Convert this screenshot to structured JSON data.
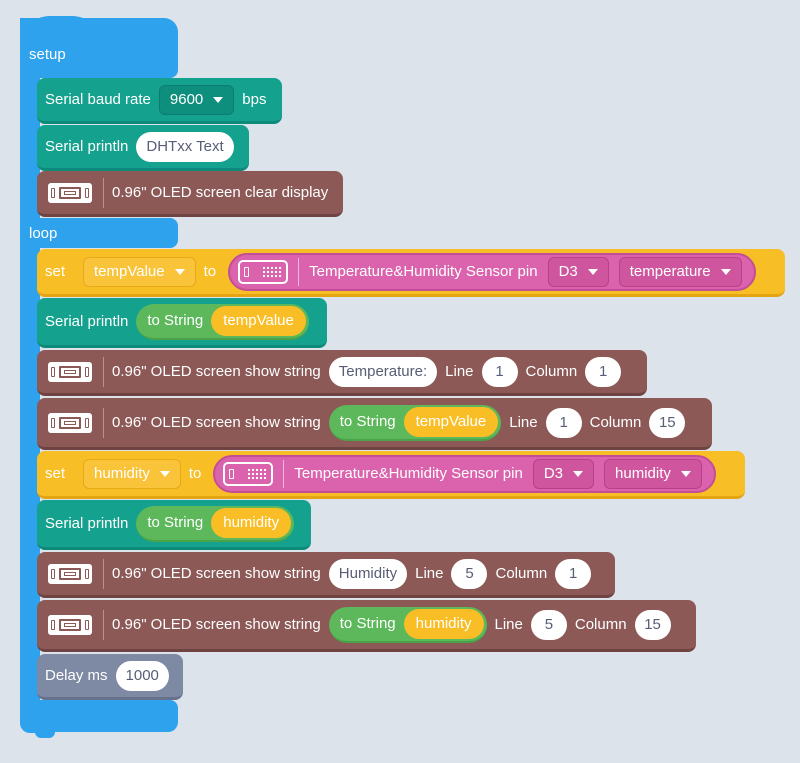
{
  "events": {
    "setup_label": "setup",
    "loop_label": "loop"
  },
  "setup_blocks": {
    "baud": {
      "label": "Serial baud rate",
      "value": "9600",
      "unit": "bps"
    },
    "println": {
      "label": "Serial println",
      "text": "DHTxx Text"
    },
    "oled_clear": {
      "label": "0.96\" OLED screen clear display",
      "icon": "oled-screen-icon"
    }
  },
  "loop_blocks": {
    "set_temp": {
      "set_label": "set",
      "var": "tempValue",
      "to_label": "to",
      "sensor_label": "Temperature&Humidity Sensor pin",
      "pin": "D3",
      "mode": "temperature",
      "icon": "dht-sensor-icon"
    },
    "println_temp": {
      "label": "Serial println",
      "to_string": "to String",
      "var": "tempValue"
    },
    "oled_temp_label": {
      "label": "0.96\" OLED screen show string",
      "text": "Temperature:",
      "line_label": "Line",
      "line": "1",
      "column_label": "Column",
      "column": "1"
    },
    "oled_temp_value": {
      "label": "0.96\" OLED screen show string",
      "to_string": "to String",
      "var": "tempValue",
      "line_label": "Line",
      "line": "1",
      "column_label": "Column",
      "column": "15"
    },
    "set_hum": {
      "set_label": "set",
      "var": "humidity",
      "to_label": "to",
      "sensor_label": "Temperature&Humidity Sensor pin",
      "pin": "D3",
      "mode": "humidity",
      "icon": "dht-sensor-icon"
    },
    "println_hum": {
      "label": "Serial println",
      "to_string": "to String",
      "var": "humidity"
    },
    "oled_hum_label": {
      "label": "0.96\" OLED screen show string",
      "text": "Humidity",
      "line_label": "Line",
      "line": "5",
      "column_label": "Column",
      "column": "1"
    },
    "oled_hum_value": {
      "label": "0.96\" OLED screen show string",
      "to_string": "to String",
      "var": "humidity",
      "line_label": "Line",
      "line": "5",
      "column_label": "Column",
      "column": "15"
    },
    "delay": {
      "label": "Delay ms",
      "value": "1000"
    }
  },
  "colors": {
    "event": "#2ea2ec",
    "serial": "#14a18e",
    "oled": "#8c5957",
    "variable": "#f8be25",
    "sensor": "#db62ad",
    "operator": "#5cb85a",
    "control": "#7e89a4"
  }
}
